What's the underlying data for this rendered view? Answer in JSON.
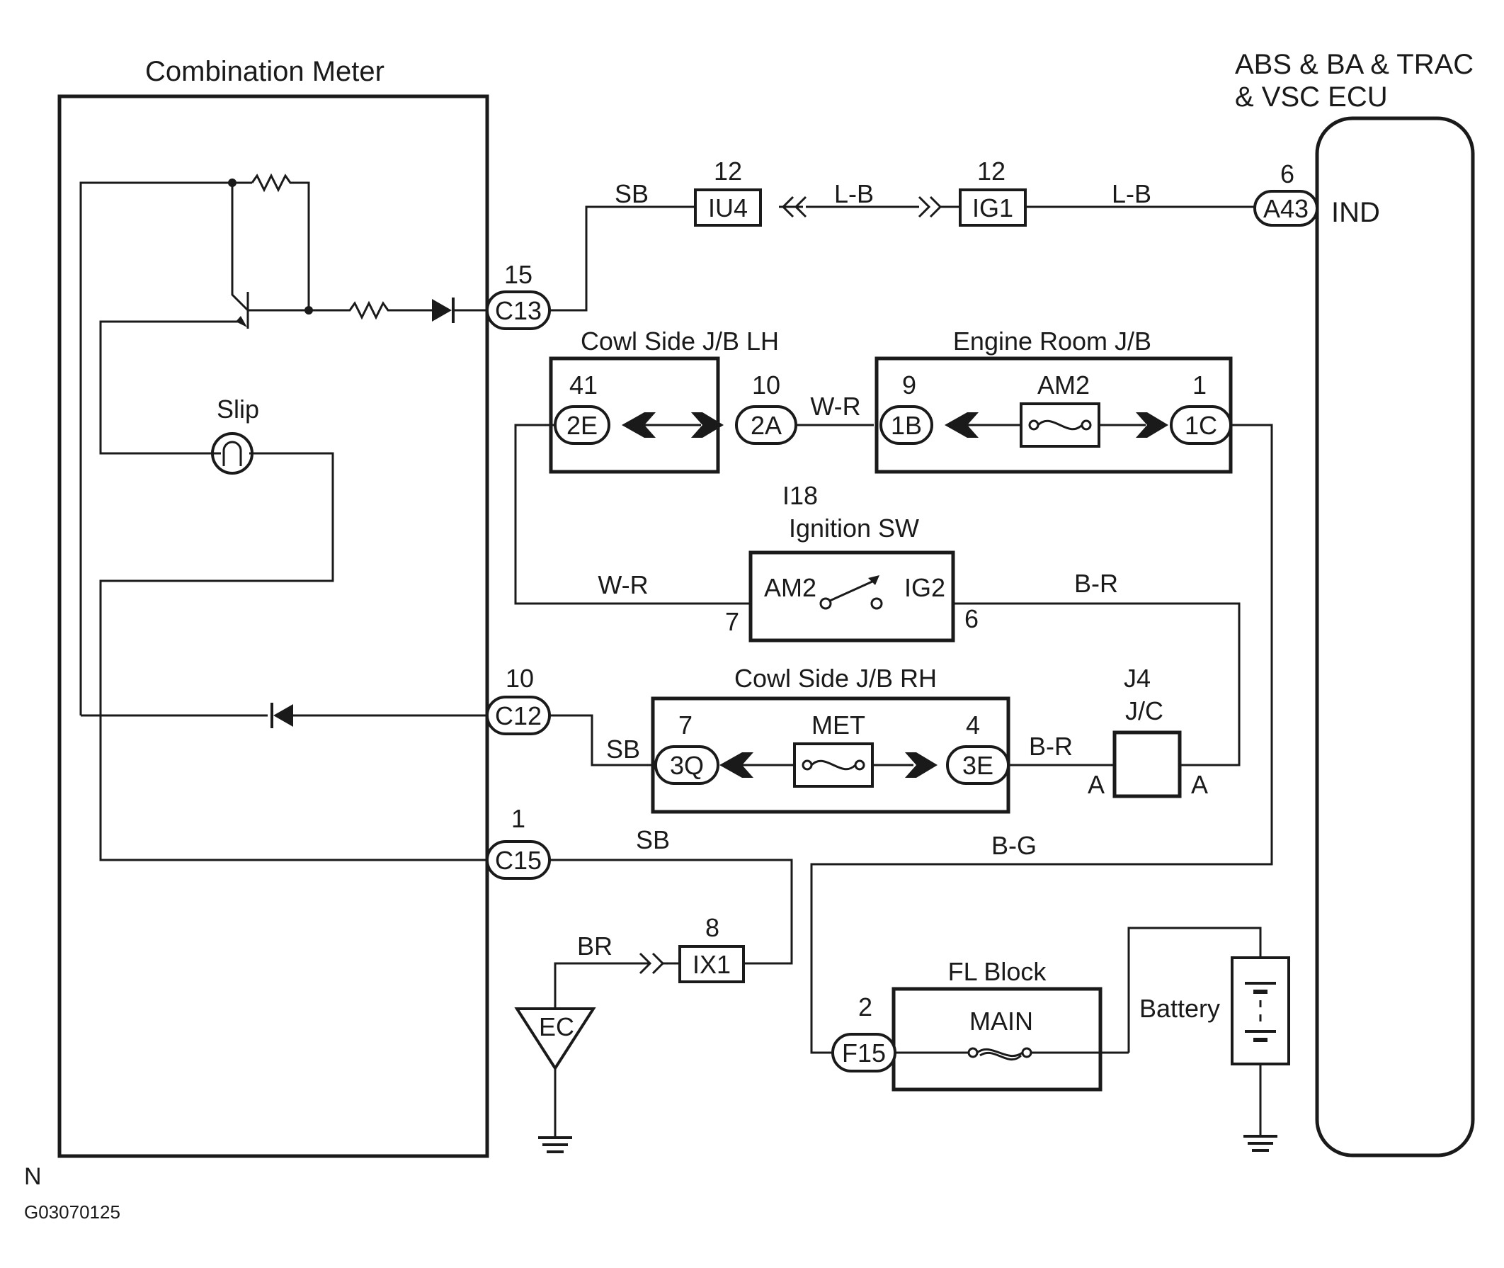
{
  "title_combination_meter": "Combination Meter",
  "ecu_title_line1": "ABS & BA & TRAC",
  "ecu_title_line2": "& VSC ECU",
  "ecu_terminal": "IND",
  "slip_label": "Slip",
  "connectors": {
    "c13": {
      "id": "C13",
      "pin": "15"
    },
    "c12": {
      "id": "C12",
      "pin": "10"
    },
    "c15": {
      "id": "C15",
      "pin": "1"
    },
    "iu4": {
      "id": "IU4",
      "pin": "12"
    },
    "ig1": {
      "id": "IG1",
      "pin": "12"
    },
    "a43": {
      "id": "A43",
      "pin": "6"
    },
    "e2": {
      "id": "2E",
      "pin": "41"
    },
    "a2": {
      "id": "2A",
      "pin": "10"
    },
    "b1": {
      "id": "1B",
      "pin": "9"
    },
    "c1": {
      "id": "1C",
      "pin": "1"
    },
    "q3": {
      "id": "3Q",
      "pin": "7"
    },
    "e3": {
      "id": "3E",
      "pin": "4"
    },
    "ix1": {
      "id": "IX1",
      "pin": "8"
    },
    "f15": {
      "id": "F15",
      "pin": "2"
    }
  },
  "wires": {
    "sb_top": "SB",
    "lb_left": "L-B",
    "lb_right": "L-B",
    "wr_jb": "W-R",
    "wr_sw": "W-R",
    "br_sw": "B-R",
    "br_jc": "B-R",
    "sb_c12": "SB",
    "sb_c15": "SB",
    "bg": "B-G",
    "br_ground": "BR"
  },
  "boxes": {
    "cowl_lh": "Cowl Side J/B LH",
    "engine_room": "Engine Room J/B",
    "am2_fuse": "AM2",
    "ignition_id": "I18",
    "ignition_name": "Ignition SW",
    "sw_am2": "AM2",
    "sw_ig2": "IG2",
    "sw_pin7": "7",
    "sw_pin6": "6",
    "cowl_rh": "Cowl Side J/B RH",
    "met_fuse": "MET",
    "jc_id": "J4",
    "jc_name": "J/C",
    "jc_pin_left": "A",
    "jc_pin_right": "A",
    "fl_block": "FL Block",
    "main_fuse": "MAIN",
    "battery": "Battery",
    "ground_ec": "EC"
  },
  "footer_letter": "N",
  "footer_code": "G03070125"
}
